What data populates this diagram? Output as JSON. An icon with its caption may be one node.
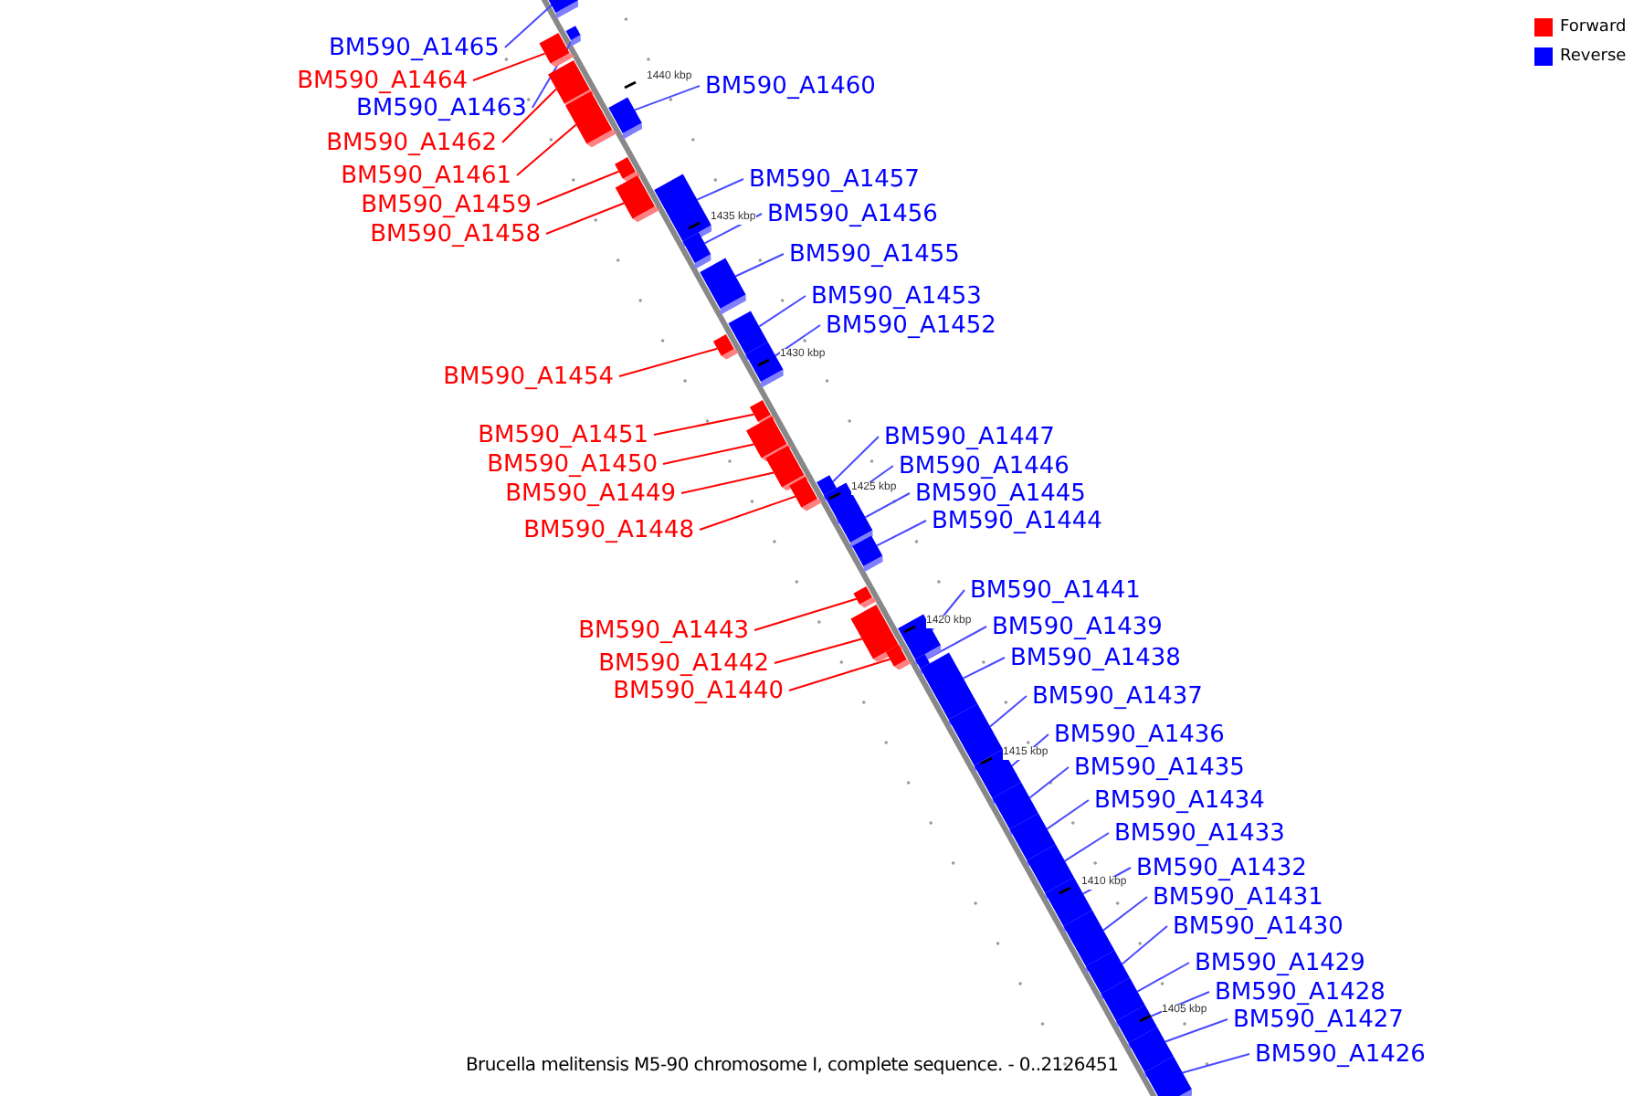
{
  "diagram": {
    "caption": "Brucella melitensis M5-90 chromosome I, complete sequence. - 0..2126451",
    "nodes": [
      {
        "text": [
          "BM590_A1465"
        ]
      },
      {
        "text": [
          "BM590_A1464"
        ]
      },
      {
        "text": [
          "BM590_A1460"
        ]
      },
      {
        "text": [
          "BM590_A1463"
        ]
      },
      {
        "text": [
          "BM590_A1462"
        ]
      },
      {
        "text": [
          "BM590_A1461"
        ]
      },
      {
        "text": [
          "BM590_A1457"
        ]
      },
      {
        "text": [
          "BM590_A1459"
        ]
      },
      {
        "text": [
          "BM590_A1456"
        ]
      },
      {
        "text": [
          "BM590_A1458"
        ]
      },
      {
        "text": [
          "BM590_A1455"
        ]
      },
      {
        "text": [
          "BM590_A1453"
        ]
      },
      {
        "text": [
          "BM590_A1452"
        ]
      },
      {
        "text": [
          "BM590_A1454"
        ]
      },
      {
        "text": [
          "BM590_A1451"
        ]
      },
      {
        "text": [
          "BM590_A1447"
        ]
      },
      {
        "text": [
          "BM590_A1450"
        ]
      },
      {
        "text": [
          "BM590_A1446"
        ]
      },
      {
        "text": [
          "BM590_A1449"
        ]
      },
      {
        "text": [
          "BM590_A1445"
        ]
      },
      {
        "text": [
          "BM590_A1444"
        ]
      },
      {
        "text": [
          "BM590_A1448"
        ]
      },
      {
        "text": [
          "BM590_A1441"
        ]
      },
      {
        "text": [
          "BM590_A1439"
        ]
      },
      {
        "text": [
          "BM590_A1443"
        ]
      },
      {
        "text": [
          "BM590_A1438"
        ]
      },
      {
        "text": [
          "BM590_A1442"
        ]
      },
      {
        "text": [
          "BM590_A1440"
        ]
      },
      {
        "text": [
          "BM590_A1437"
        ]
      },
      {
        "text": [
          "BM590_A1436"
        ]
      },
      {
        "text": [
          "BM590_A1435"
        ]
      },
      {
        "text": [
          "BM590_A1434"
        ]
      },
      {
        "text": [
          "BM590_A1433"
        ]
      },
      {
        "text": [
          "BM590_A1432"
        ]
      },
      {
        "text": [
          "BM590_A1431"
        ]
      },
      {
        "text": [
          "BM590_A1430"
        ]
      },
      {
        "text": [
          "BM590_A1429"
        ]
      },
      {
        "text": [
          "BM590_A1428"
        ]
      },
      {
        "text": [
          "BM590_A1427"
        ]
      },
      {
        "text": [
          "BM590_A1426"
        ]
      },
      {
        "text": [],
        "shape": "bar"
      },
      {
        "text": [],
        "shape": "bar"
      },
      {
        "text": [],
        "shape": "bar"
      },
      {
        "text": [],
        "shape": "bar"
      },
      {
        "text": [],
        "shape": "bar"
      },
      {
        "text": [],
        "shape": "bar"
      },
      {
        "text": [],
        "shape": "bar"
      },
      {
        "text": [],
        "shape": "bar"
      },
      {
        "text": [],
        "shape": "bar"
      },
      {
        "text": [],
        "shape": "bar"
      },
      {
        "text": [],
        "shape": "bar"
      },
      {
        "text": [],
        "shape": "bar"
      },
      {
        "text": [],
        "shape": "bar"
      },
      {
        "text": [],
        "shape": "bar"
      },
      {
        "text": [],
        "shape": "bar"
      },
      {
        "text": [],
        "shape": "bar"
      },
      {
        "text": [],
        "shape": "bar"
      },
      {
        "text": [],
        "shape": "bar"
      },
      {
        "text": [],
        "shape": "bar"
      },
      {
        "text": [],
        "shape": "bar"
      },
      {
        "text": [],
        "shape": "bar"
      },
      {
        "text": [],
        "shape": "bar"
      },
      {
        "text": [],
        "shape": "bar"
      },
      {
        "text": [],
        "shape": "bar"
      },
      {
        "text": [],
        "shape": "bar"
      },
      {
        "text": [],
        "shape": "bar"
      },
      {
        "text": [],
        "shape": "bar"
      },
      {
        "text": [],
        "shape": "bar"
      },
      {
        "text": [],
        "shape": "bar"
      },
      {
        "text": [],
        "shape": "bar"
      },
      {
        "text": [],
        "shape": "bar"
      },
      {
        "text": [],
        "shape": "bar"
      },
      {
        "text": [],
        "shape": "bar"
      },
      {
        "text": [],
        "shape": "bar"
      },
      {
        "text": [],
        "shape": "bar"
      },
      {
        "text": [],
        "shape": "bar"
      },
      {
        "text": [],
        "shape": "bar"
      },
      {
        "text": [],
        "shape": "bar"
      },
      {
        "text": [],
        "shape": "bar"
      },
      {
        "text": [],
        "shape": "bar"
      }
    ],
    "edges": [
      {
        "from": 0,
        "to": 40,
        "arrow": "none"
      },
      {
        "from": 1,
        "to": 41,
        "arrow": "none",
        "color": "#ff0000"
      },
      {
        "from": 2,
        "to": 42,
        "arrow": "none"
      },
      {
        "from": 3,
        "to": 43,
        "arrow": "none"
      },
      {
        "from": 4,
        "to": 44,
        "arrow": "none",
        "color": "#ff0000"
      },
      {
        "from": 5,
        "to": 45,
        "arrow": "none",
        "color": "#ff0000"
      },
      {
        "from": 6,
        "to": 46,
        "arrow": "none"
      },
      {
        "from": 7,
        "to": 47,
        "arrow": "none",
        "color": "#ff0000"
      },
      {
        "from": 8,
        "to": 48,
        "arrow": "none"
      },
      {
        "from": 9,
        "to": 49,
        "arrow": "none",
        "color": "#ff0000"
      },
      {
        "from": 10,
        "to": 50,
        "arrow": "none"
      },
      {
        "from": 11,
        "to": 51,
        "arrow": "none"
      },
      {
        "from": 12,
        "to": 52,
        "arrow": "none"
      },
      {
        "from": 13,
        "to": 53,
        "arrow": "none",
        "color": "#ff0000"
      },
      {
        "from": 14,
        "to": 54,
        "arrow": "none",
        "color": "#ff0000"
      },
      {
        "from": 15,
        "to": 55,
        "arrow": "none"
      },
      {
        "from": 16,
        "to": 56,
        "arrow": "none",
        "color": "#ff0000"
      },
      {
        "from": 17,
        "to": 57,
        "arrow": "none"
      },
      {
        "from": 18,
        "to": 58,
        "arrow": "none",
        "color": "#ff0000"
      },
      {
        "from": 19,
        "to": 59,
        "arrow": "none"
      },
      {
        "from": 20,
        "to": 60,
        "arrow": "none"
      },
      {
        "from": 21,
        "to": 61,
        "arrow": "none",
        "color": "#ff0000"
      },
      {
        "from": 22,
        "to": 62,
        "arrow": "none"
      },
      {
        "from": 23,
        "to": 63,
        "arrow": "none"
      },
      {
        "from": 24,
        "to": 64,
        "arrow": "none",
        "color": "#ff0000"
      },
      {
        "from": 25,
        "to": 65,
        "arrow": "none"
      },
      {
        "from": 26,
        "to": 66,
        "arrow": "none",
        "color": "#ff0000"
      },
      {
        "from": 27,
        "to": 67,
        "arrow": "none",
        "color": "#ff0000"
      },
      {
        "from": 28,
        "to": 68,
        "arrow": "none"
      },
      {
        "from": 29,
        "to": 69,
        "arrow": "none"
      },
      {
        "from": 30,
        "to": 70,
        "arrow": "none"
      },
      {
        "from": 31,
        "to": 71,
        "arrow": "none"
      },
      {
        "from": 32,
        "to": 72,
        "arrow": "none"
      },
      {
        "from": 33,
        "to": 73,
        "arrow": "none"
      },
      {
        "from": 34,
        "to": 74,
        "arrow": "none"
      },
      {
        "from": 35,
        "to": 75,
        "arrow": "none"
      },
      {
        "from": 36,
        "to": 76,
        "arrow": "none"
      },
      {
        "from": 37,
        "to": 77,
        "arrow": "none"
      },
      {
        "from": 38,
        "to": 78,
        "arrow": "none"
      },
      {
        "from": 39,
        "to": 79,
        "arrow": "none"
      }
    ],
    "labels": [
      "1440 kbp",
      "1435 kbp",
      "1430 kbp",
      "1425 kbp",
      "1420 kbp",
      "1415 kbp",
      "1410 kbp",
      "1405 kbp"
    ],
    "legend": [
      {
        "text": "Forward",
        "color": "#ff0000"
      },
      {
        "text": "Reverse",
        "color": "#0000ff"
      }
    ]
  }
}
